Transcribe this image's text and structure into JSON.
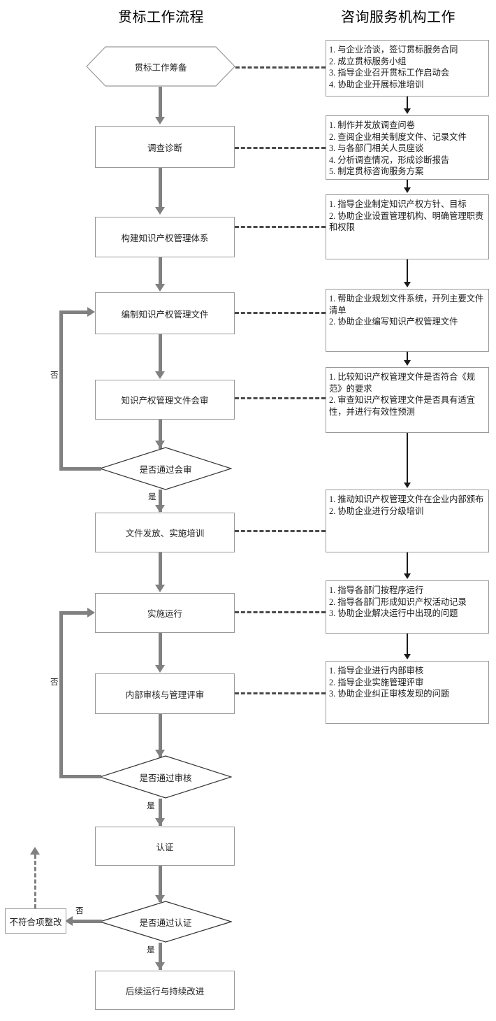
{
  "titles": {
    "left": "贯标工作流程",
    "right": "咨询服务机构工作"
  },
  "flow_nodes": [
    {
      "id": "prep",
      "label": "贯标工作筹备",
      "shape": "hexagon"
    },
    {
      "id": "survey",
      "label": "调查诊断",
      "shape": "process"
    },
    {
      "id": "build",
      "label": "构建知识产权管理体系",
      "shape": "process"
    },
    {
      "id": "compile",
      "label": "编制知识产权管理文件",
      "shape": "process"
    },
    {
      "id": "review",
      "label": "知识产权管理文件会审",
      "shape": "process"
    },
    {
      "id": "dec_review",
      "label": "是否通过会审",
      "shape": "decision"
    },
    {
      "id": "issue",
      "label": "文件发放、实施培训",
      "shape": "process"
    },
    {
      "id": "operate",
      "label": "实施运行",
      "shape": "process"
    },
    {
      "id": "audit",
      "label": "内部审核与管理评审",
      "shape": "process"
    },
    {
      "id": "dec_audit",
      "label": "是否通过审核",
      "shape": "decision"
    },
    {
      "id": "certify",
      "label": "认证",
      "shape": "process"
    },
    {
      "id": "dec_certify",
      "label": "是否通过认证",
      "shape": "decision"
    },
    {
      "id": "rectify",
      "label": "不符合项整改",
      "shape": "process"
    },
    {
      "id": "continue",
      "label": "后续运行与持续改进",
      "shape": "process"
    }
  ],
  "service_boxes": [
    {
      "id": "svc1",
      "text": "1. 与企业洽谈，签订贯标服务合同\n2. 成立贯标服务小组\n3. 指导企业召开贯标工作启动会\n4. 协助企业开展标准培训"
    },
    {
      "id": "svc2",
      "text": "1. 制作并发放调查问卷\n2. 查阅企业相关制度文件、记录文件\n3. 与各部门相关人员座谈\n4. 分析调查情况，形成诊断报告\n5. 制定贯标咨询服务方案"
    },
    {
      "id": "svc3",
      "text": "1. 指导企业制定知识产权方针、目标\n2. 协助企业设置管理机构、明确管理职责和权限"
    },
    {
      "id": "svc4",
      "text": "1. 帮助企业规划文件系统，开列主要文件清单\n2. 协助企业编写知识产权管理文件"
    },
    {
      "id": "svc5",
      "text": "1. 比较知识产权管理文件是否符合《规范》的要求\n2. 审查知识产权管理文件是否具有适宜性，并进行有效性预测"
    },
    {
      "id": "svc6",
      "text": "1. 推动知识产权管理文件在企业内部颁布\n2. 协助企业进行分级培训"
    },
    {
      "id": "svc7",
      "text": "1. 指导各部门按程序运行\n2. 指导各部门形成知识产权活动记录\n3. 协助企业解决运行中出现的问题"
    },
    {
      "id": "svc8",
      "text": "1. 指导企业进行内部审核\n2. 指导企业实施管理评审\n3. 协助企业纠正审核发现的问题"
    }
  ],
  "edge_labels": {
    "review_no": "否",
    "review_yes": "是",
    "audit_no": "否",
    "audit_yes": "是",
    "certify_no": "否",
    "certify_yes": "是"
  },
  "colors": {
    "node_border": "#9a9a9a",
    "flow_arrow": "#808080",
    "thin_arrow": "#1a1a1a",
    "text": "#1a1a1a",
    "background": "#ffffff"
  }
}
